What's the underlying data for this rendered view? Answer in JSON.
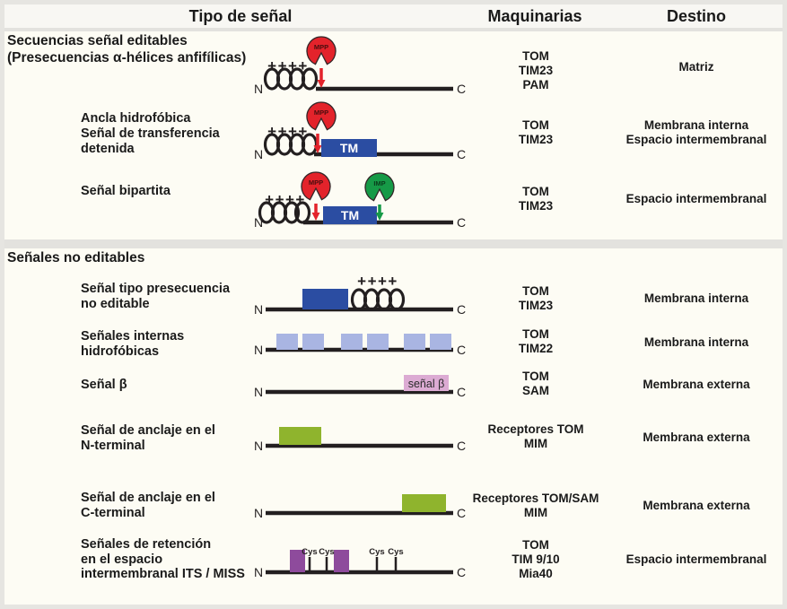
{
  "header": {
    "tipo": "Tipo de señal",
    "maquinarias": "Maquinarias",
    "destino": "Destino"
  },
  "sections": {
    "editable_line1": "Secuencias señal editables",
    "editable_line2": "(Presecuencias α-hélices anfifílicas)",
    "non_editable": "Señales no editables"
  },
  "glyphs": {
    "n": "N",
    "c": "C",
    "plus": "++++",
    "mpp": "MPP",
    "imp": "IMP",
    "tm": "TM",
    "senal_beta": "señal β",
    "cys": "Cys"
  },
  "colors": {
    "protease_red": "#e3232b",
    "peptidase_green": "#169a47",
    "tm_blue": "#2b4da2",
    "hydrophobic_light_blue": "#a9b5e2",
    "beta_pink": "#dcabd3",
    "anchor_green": "#8fb42d",
    "retention_purple": "#8e4b9c",
    "backbone_black": "#231f20"
  },
  "rows": [
    {
      "machinery": [
        "TOM",
        "TIM23",
        "PAM"
      ],
      "destination": [
        "Matriz"
      ]
    },
    {
      "label": [
        "Ancla hidrofóbica",
        "Señal de transferencia",
        "detenida"
      ],
      "machinery": [
        "TOM",
        "TIM23"
      ],
      "destination": [
        "Membrana interna",
        "Espacio intermembranal"
      ]
    },
    {
      "label": [
        "Señal bipartita"
      ],
      "machinery": [
        "TOM",
        "TIM23"
      ],
      "destination": [
        "Espacio intermembranal"
      ]
    },
    {
      "label": [
        "Señal tipo presecuencia",
        "no editable"
      ],
      "machinery": [
        "TOM",
        "TIM23"
      ],
      "destination": [
        "Membrana interna"
      ]
    },
    {
      "label": [
        "Señales internas",
        "hidrofóbicas"
      ],
      "machinery": [
        "TOM",
        "TIM22"
      ],
      "destination": [
        "Membrana interna"
      ]
    },
    {
      "label": [
        "Señal β"
      ],
      "machinery": [
        "TOM",
        "SAM"
      ],
      "destination": [
        "Membrana externa"
      ]
    },
    {
      "label": [
        "Señal de anclaje en el",
        "N-terminal"
      ],
      "machinery": [
        "Receptores TOM",
        "MIM"
      ],
      "destination": [
        "Membrana externa"
      ]
    },
    {
      "label": [
        "Señal de anclaje en el",
        "C-terminal"
      ],
      "machinery": [
        "Receptores TOM/SAM",
        "MIM"
      ],
      "destination": [
        "Membrana externa"
      ]
    },
    {
      "label": [
        "Señales de retención",
        "en el espacio",
        "intermembranal ITS / MISS"
      ],
      "machinery": [
        "TOM",
        "TIM 9/10",
        "Mia40"
      ],
      "destination": [
        "Espacio intermembranal"
      ]
    }
  ]
}
